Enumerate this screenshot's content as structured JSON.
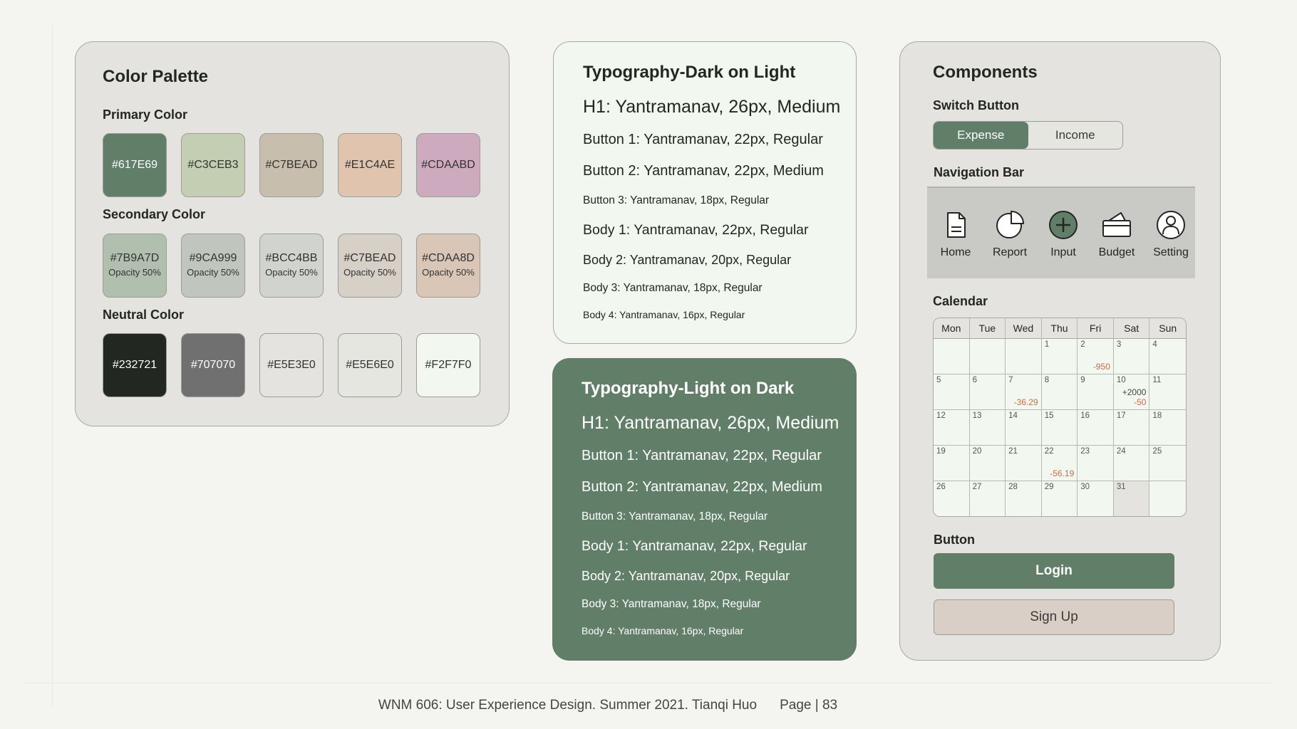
{
  "colors": {
    "accent": "#617E69",
    "background": "#F4F4F0",
    "panel": "#E5E3E0",
    "light_panel": "#F2F7F0",
    "negative_amount": "#C46F4A"
  },
  "palette": {
    "title": "Color Palette",
    "primary": {
      "label": "Primary Color",
      "swatches": [
        {
          "hex": "#617E69",
          "color": "#617E69",
          "text_color": "#FFFFFF"
        },
        {
          "hex": "#C3CEB3",
          "color": "#C3CEB3",
          "text_color": "#333333"
        },
        {
          "hex": "#C7BEAD",
          "color": "#C7BEAD",
          "text_color": "#333333"
        },
        {
          "hex": "#E1C4AE",
          "color": "#E1C4AE",
          "text_color": "#333333"
        },
        {
          "hex": "#CDAABD",
          "color": "#CDAABD",
          "text_color": "#333333"
        }
      ]
    },
    "secondary": {
      "label": "Secondary Color",
      "swatches": [
        {
          "hex": "#7B9A7D",
          "sub": "Opacity 50%",
          "color": "#B1C0AE"
        },
        {
          "hex": "#9CA999",
          "sub": "Opacity 50%",
          "color": "#C0C6BD"
        },
        {
          "hex": "#BCC4BB",
          "sub": "Opacity 50%",
          "color": "#D1D4CE"
        },
        {
          "hex": "#C7BEAD",
          "sub": "Opacity 50%",
          "color": "#D6D0C7"
        },
        {
          "hex": "#CDAA8D",
          "sub": "Opacity 50%",
          "color": "#D9C6B6"
        }
      ]
    },
    "neutral": {
      "label": "Neutral Color",
      "swatches": [
        {
          "hex": "#232721",
          "color": "#232721",
          "text_color": "#FFFFFF"
        },
        {
          "hex": "#707070",
          "color": "#707070",
          "text_color": "#FFFFFF"
        },
        {
          "hex": "#E5E3E0",
          "color": "#E5E3E0",
          "text_color": "#333333"
        },
        {
          "hex": "#E5E6E0",
          "color": "#E5E6E0",
          "text_color": "#333333"
        },
        {
          "hex": "#F2F7F0",
          "color": "#F2F7F0",
          "text_color": "#333333"
        }
      ]
    }
  },
  "typography_light": {
    "title": "Typography-Dark on Light",
    "h1": "H1: Yantramanav, 26px, Medium",
    "button1": "Button 1: Yantramanav, 22px, Regular",
    "button2": "Button 2: Yantramanav, 22px, Medium",
    "button3": "Button 3: Yantramanav, 18px, Regular",
    "body1": "Body 1: Yantramanav, 22px, Regular",
    "body2": "Body 2: Yantramanav, 20px, Regular",
    "body3": "Body 3: Yantramanav, 18px, Regular",
    "body4": "Body 4: Yantramanav, 16px, Regular"
  },
  "typography_dark": {
    "title": "Typography-Light on Dark",
    "h1": "H1: Yantramanav, 26px, Medium",
    "button1": "Button 1: Yantramanav, 22px, Regular",
    "button2": "Button 2: Yantramanav, 22px, Medium",
    "button3": "Button 3: Yantramanav, 18px, Regular",
    "body1": "Body 1: Yantramanav, 22px, Regular",
    "body2": "Body 2: Yantramanav, 20px, Regular",
    "body3": "Body 3: Yantramanav, 18px, Regular",
    "body4": "Body 4: Yantramanav, 16px, Regular"
  },
  "components": {
    "title": "Components",
    "switch_label": "Switch Button",
    "switch_options": [
      "Expense",
      "Income"
    ],
    "switch_selected": "Expense",
    "nav_label": "Navigation Bar",
    "nav_items": [
      {
        "label": "Home",
        "icon": "document-icon"
      },
      {
        "label": "Report",
        "icon": "pie-chart-icon"
      },
      {
        "label": "Input",
        "icon": "add-circle-icon"
      },
      {
        "label": "Budget",
        "icon": "wallet-icon"
      },
      {
        "label": "Setting",
        "icon": "user-icon"
      }
    ],
    "calendar_label": "Calendar",
    "calendar": {
      "weekdays": [
        "Mon",
        "Tue",
        "Wed",
        "Thu",
        "Fri",
        "Sat",
        "Sun"
      ],
      "cells": [
        {
          "day": ""
        },
        {
          "day": ""
        },
        {
          "day": ""
        },
        {
          "day": "1"
        },
        {
          "day": "2",
          "note": "-950"
        },
        {
          "day": "3"
        },
        {
          "day": "4"
        },
        {
          "day": "5"
        },
        {
          "day": "6"
        },
        {
          "day": "7",
          "note": "-36.29"
        },
        {
          "day": "8"
        },
        {
          "day": "9"
        },
        {
          "day": "10",
          "note": "+2000",
          "note2": "-50"
        },
        {
          "day": "11"
        },
        {
          "day": "12"
        },
        {
          "day": "13"
        },
        {
          "day": "14"
        },
        {
          "day": "15"
        },
        {
          "day": "16"
        },
        {
          "day": "17"
        },
        {
          "day": "18"
        },
        {
          "day": "19"
        },
        {
          "day": "20"
        },
        {
          "day": "21"
        },
        {
          "day": "22",
          "note": "-56.19"
        },
        {
          "day": "23"
        },
        {
          "day": "24"
        },
        {
          "day": "25"
        },
        {
          "day": "26"
        },
        {
          "day": "27"
        },
        {
          "day": "28"
        },
        {
          "day": "29"
        },
        {
          "day": "30"
        },
        {
          "day": "31",
          "today": true
        },
        {
          "day": ""
        }
      ]
    },
    "button_label": "Button",
    "login": "Login",
    "signup": "Sign Up"
  },
  "footer": {
    "course": "WNM 606: User Experience Design. Summer 2021. Tianqi Huo",
    "page": "Page | 83"
  }
}
